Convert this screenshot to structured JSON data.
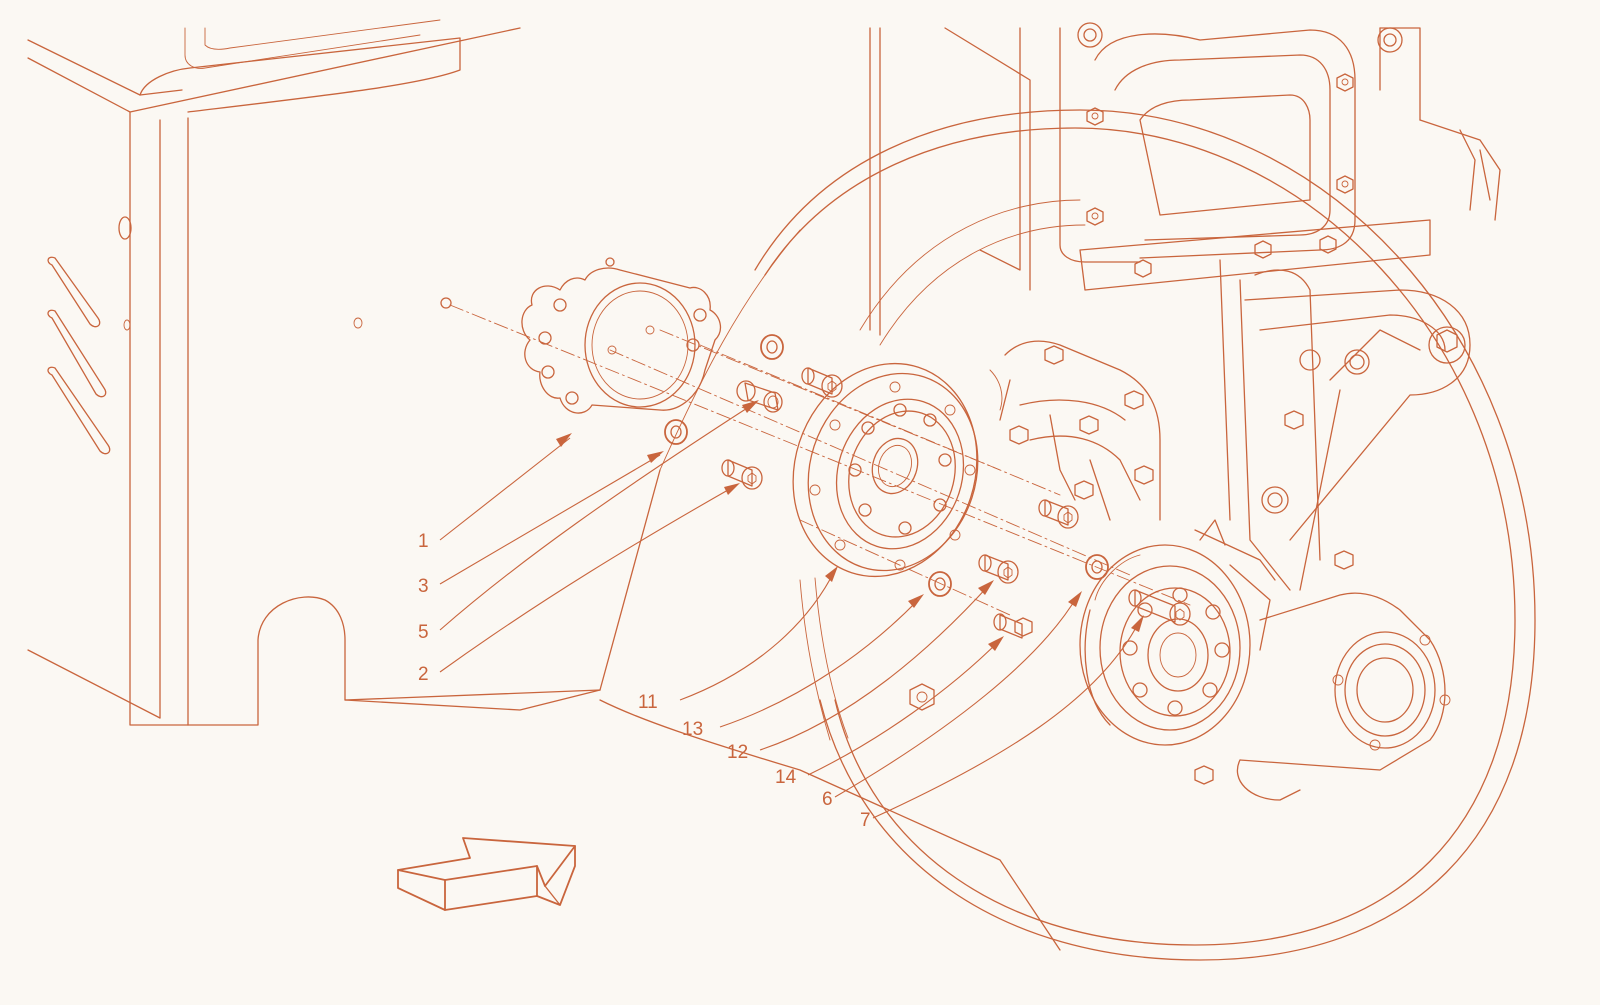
{
  "diagram": {
    "line_color": "#c9653d",
    "background_color": "#fbf8f3",
    "callouts": [
      {
        "id": "1",
        "label": "1"
      },
      {
        "id": "3",
        "label": "3"
      },
      {
        "id": "5",
        "label": "5"
      },
      {
        "id": "2",
        "label": "2"
      },
      {
        "id": "11",
        "label": "11"
      },
      {
        "id": "13",
        "label": "13"
      },
      {
        "id": "12",
        "label": "12"
      },
      {
        "id": "14",
        "label": "14"
      },
      {
        "id": "6",
        "label": "6"
      },
      {
        "id": "7",
        "label": "7"
      }
    ],
    "direction_arrow_icon": "view-direction-arrow-icon"
  }
}
